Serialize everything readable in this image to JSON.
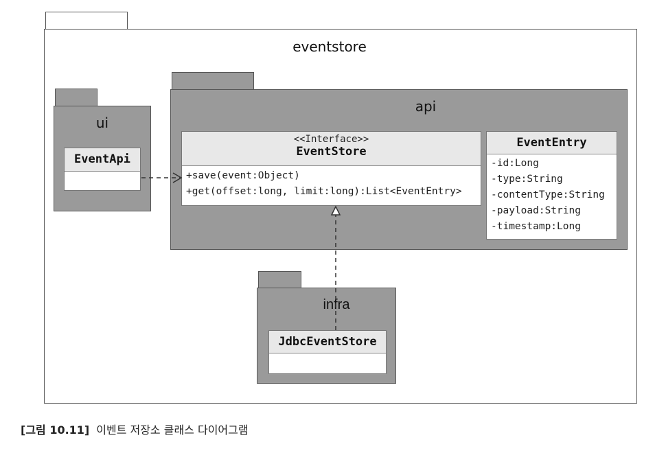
{
  "packages": {
    "eventstore": {
      "label": "eventstore"
    },
    "ui": {
      "label": "ui"
    },
    "api": {
      "label": "api"
    },
    "infra": {
      "label": "infra"
    }
  },
  "classes": {
    "event_api": {
      "name": "EventApi"
    },
    "event_store": {
      "stereotype": "<<Interface>>",
      "name": "EventStore",
      "methods": [
        "+save(event:Object)",
        "+get(offset:long, limit:long):List<EventEntry>"
      ]
    },
    "event_entry": {
      "name": "EventEntry",
      "attributes": [
        "-id:Long",
        "-type:String",
        "-contentType:String",
        "-payload:String",
        "-timestamp:Long"
      ]
    },
    "jdbc_event_store": {
      "name": "JdbcEventStore"
    }
  },
  "caption": {
    "number": "[그림 10.11]",
    "text": "이벤트 저장소 클래스 다이어그램"
  }
}
